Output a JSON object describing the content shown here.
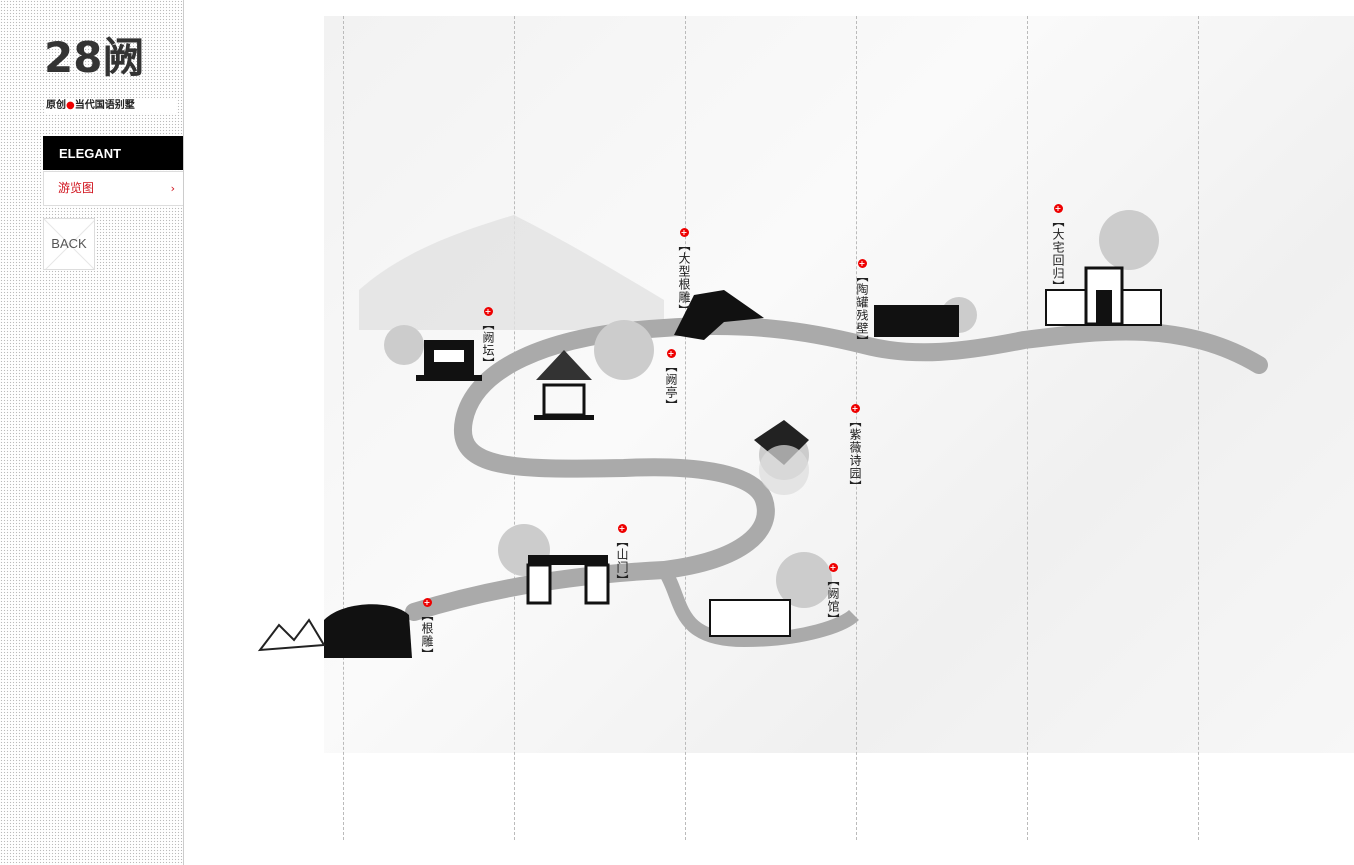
{
  "logo": {
    "mark": "28阙",
    "tagline_left": "原创",
    "tagline_right": "当代国语别墅"
  },
  "sidebar": {
    "section_title": "ELEGANT",
    "nav_item": "游览图",
    "nav_chevron": "›",
    "back_label": "BACK"
  },
  "map": {
    "spots": [
      {
        "name": "阙坛",
        "label": "【阙坛】"
      },
      {
        "name": "大型根雕",
        "label": "【大型根雕】"
      },
      {
        "name": "阙亭",
        "label": "【阙亭】"
      },
      {
        "name": "陶罐残壁",
        "label": "【陶罐残壁】"
      },
      {
        "name": "大宅回归",
        "label": "【大宅回归】"
      },
      {
        "name": "紫薇诗园",
        "label": "【紫薇诗园】"
      },
      {
        "name": "山门",
        "label": "【山门】"
      },
      {
        "name": "阙馆",
        "label": "【阙馆】"
      },
      {
        "name": "根雕",
        "label": "【根雕】"
      }
    ],
    "marker_icon": "plus-circle-icon",
    "marker_color": "#e00000",
    "nav_color": "#d0111b"
  }
}
